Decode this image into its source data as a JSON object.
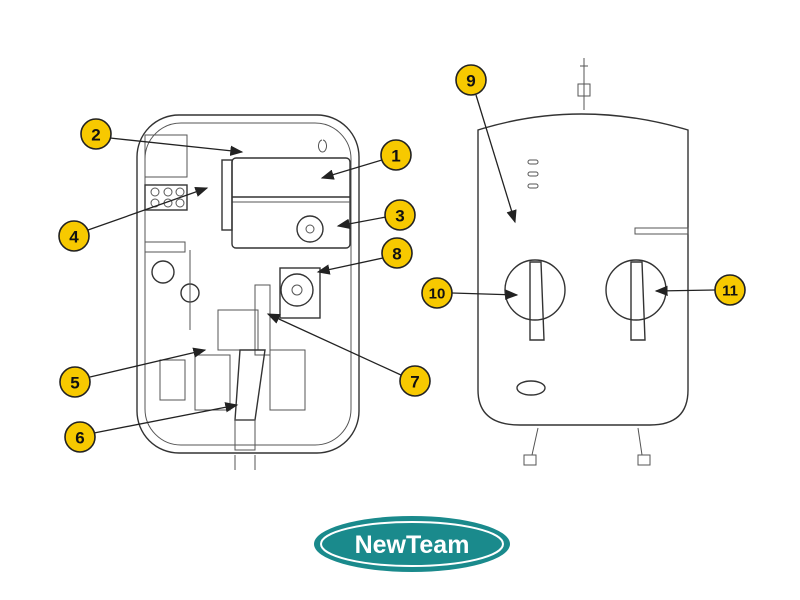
{
  "callouts": {
    "c1": "1",
    "c2": "2",
    "c3": "3",
    "c4": "4",
    "c5": "5",
    "c6": "6",
    "c7": "7",
    "c8": "8",
    "c9": "9",
    "c10": "10",
    "c11": "11"
  },
  "logo": {
    "text": "NewTeam",
    "color": "#1a8a8c"
  },
  "colors": {
    "badge": "#f7c900"
  }
}
